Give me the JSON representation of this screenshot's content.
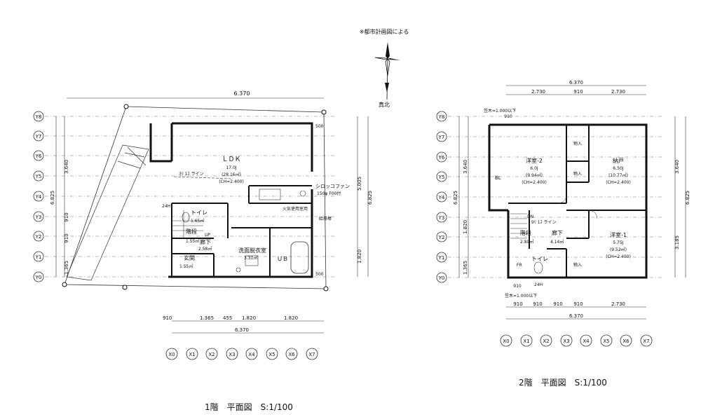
{
  "north": {
    "note": "※都市計画図による",
    "label": "真北"
  },
  "floor1": {
    "title": "1階　平面図　S:1/100",
    "top_total": "6.370",
    "bottom_spans": [
      "910",
      "1.365",
      "455",
      "1.820",
      "1.820"
    ],
    "bottom_total": "6.370",
    "x_axes": [
      "X0",
      "X1",
      "X2",
      "X3",
      "X4",
      "X5",
      "X6",
      "X7"
    ],
    "y_axes": [
      "Y8",
      "Y7",
      "Y6",
      "Y5",
      "Y4",
      "Y3",
      "Y2",
      "Y1",
      "Y0"
    ],
    "left_dims": [
      "3.640",
      "910",
      "910",
      "1.365"
    ],
    "left_total": "6.825",
    "right_dims": [
      "5.005",
      "1.820"
    ],
    "right_total": "6.825",
    "height_500_top": "500",
    "height_500_bottom": "500",
    "north_line": "3ﾘ 1ｽ ライン",
    "rooms": {
      "ldk": {
        "name": "ＬＤＫ",
        "jo": "17.0J",
        "area": "(28.16㎡)",
        "ch": "(CH=2.400)"
      },
      "toilet": {
        "name": "トイレ",
        "area": "1.65㎡"
      },
      "stairs": {
        "name": "階段",
        "area": "1.55㎡",
        "up": "UP"
      },
      "hall": {
        "name": "廊下",
        "area": "2.58㎡"
      },
      "entrance": {
        "name": "玄関",
        "area": "1.55㎡"
      },
      "wash": {
        "name": "洗面脱衣室",
        "area": "3.31㎡"
      },
      "ub": {
        "name": "ＵＢ"
      }
    },
    "notes": {
      "fan": "シロッコファン",
      "fan_size": "150φ F00付",
      "fire": "火気使用室用",
      "ventilation": "給排棒",
      "mark_24h": "24H"
    }
  },
  "floor2": {
    "title": "2階　平面図　S:1/100",
    "top_total": "6.370",
    "top_spans": [
      "2.730",
      "910",
      "2.730"
    ],
    "bottom_spans": [
      "910",
      "910",
      "910",
      "910",
      "2.730"
    ],
    "bottom_total": "6.370",
    "x_axes": [
      "X0",
      "X1",
      "X2",
      "X3",
      "X4",
      "X5",
      "X6",
      "X7"
    ],
    "y_axes": [
      "Y8",
      "Y7",
      "Y6",
      "Y5",
      "Y4",
      "Y3",
      "Y2",
      "Y1",
      "Y0"
    ],
    "left_dims": [
      "3.640",
      "1.820",
      "1.365"
    ],
    "left_total": "6.825",
    "right_dims": [
      "3.640",
      "3.185"
    ],
    "right_total": "6.825",
    "eave_top": "笠木=1.000以下",
    "eave_bottom": "笠木=1.000以下",
    "span_910_top": "910",
    "span_910_bottom": "910",
    "north_line": "9ﾘ 1ｽ ライン",
    "rooms": {
      "w2": {
        "name": "洋室-2",
        "jo": "6.0J",
        "area": "(9.94㎡)",
        "ch": "(CH=2.400)"
      },
      "closet": {
        "name": "納戸",
        "jo": "6.50J",
        "area": "(10.77㎡)",
        "ch": "(CH=2.400)"
      },
      "w1": {
        "name": "洋室-1",
        "jo": "5.75J",
        "area": "(9.52㎡)",
        "ch": "(CH=2.400)"
      },
      "stairs": {
        "name": "階段",
        "area": "2.89㎡"
      },
      "hall": {
        "name": "廊下",
        "area": "4.14㎡"
      },
      "toilet": {
        "name": "トイレ"
      }
    },
    "notes": {
      "storage": "物入",
      "bl": "BL",
      "dn": "DN",
      "fr": "FR",
      "mark_24h": "24H"
    }
  }
}
